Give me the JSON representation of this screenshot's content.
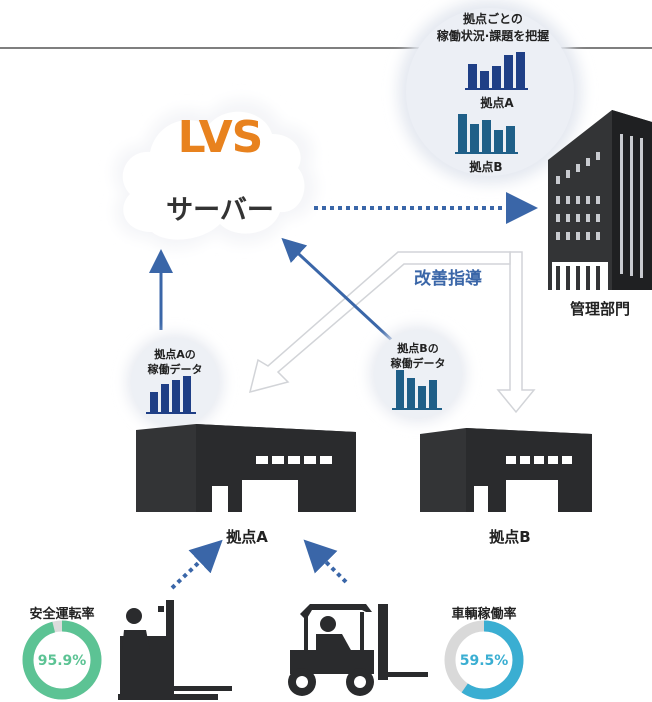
{
  "server": {
    "logo": "LVS",
    "label": "サーバー"
  },
  "overview_bubble": {
    "title_line1": "拠点ごとの",
    "title_line2": "稼働状況·課題を把握",
    "chart_a_label": "拠点A",
    "chart_b_label": "拠点B"
  },
  "hq": {
    "label": "管理部門"
  },
  "improvement_label": "改善指導",
  "site_a_bubble": {
    "line1": "拠点Aの",
    "line2": "稼働データ"
  },
  "site_b_bubble": {
    "line1": "拠点Bの",
    "line2": "稼働データ"
  },
  "site_a": {
    "label": "拠点A"
  },
  "site_b": {
    "label": "拠点B"
  },
  "metric_safety": {
    "label": "安全運転率",
    "value_text": "95.9%",
    "value": 95.9,
    "color": "#5cc394"
  },
  "metric_utilization": {
    "label": "車輌稼働率",
    "value_text": "59.5%",
    "value": 59.5,
    "color": "#3aaed2"
  },
  "colors": {
    "site_a_chart": "#1f3f86",
    "site_b_chart": "#1f5f88",
    "arrow": "#3a66a8",
    "building": "#333436",
    "accent": "#e8821e"
  },
  "icons": [
    "cloud-icon",
    "building-icon",
    "warehouse-icon",
    "reach-forklift-icon",
    "counterbalance-forklift-icon",
    "bar-chart-icon",
    "donut-gauge-icon"
  ]
}
